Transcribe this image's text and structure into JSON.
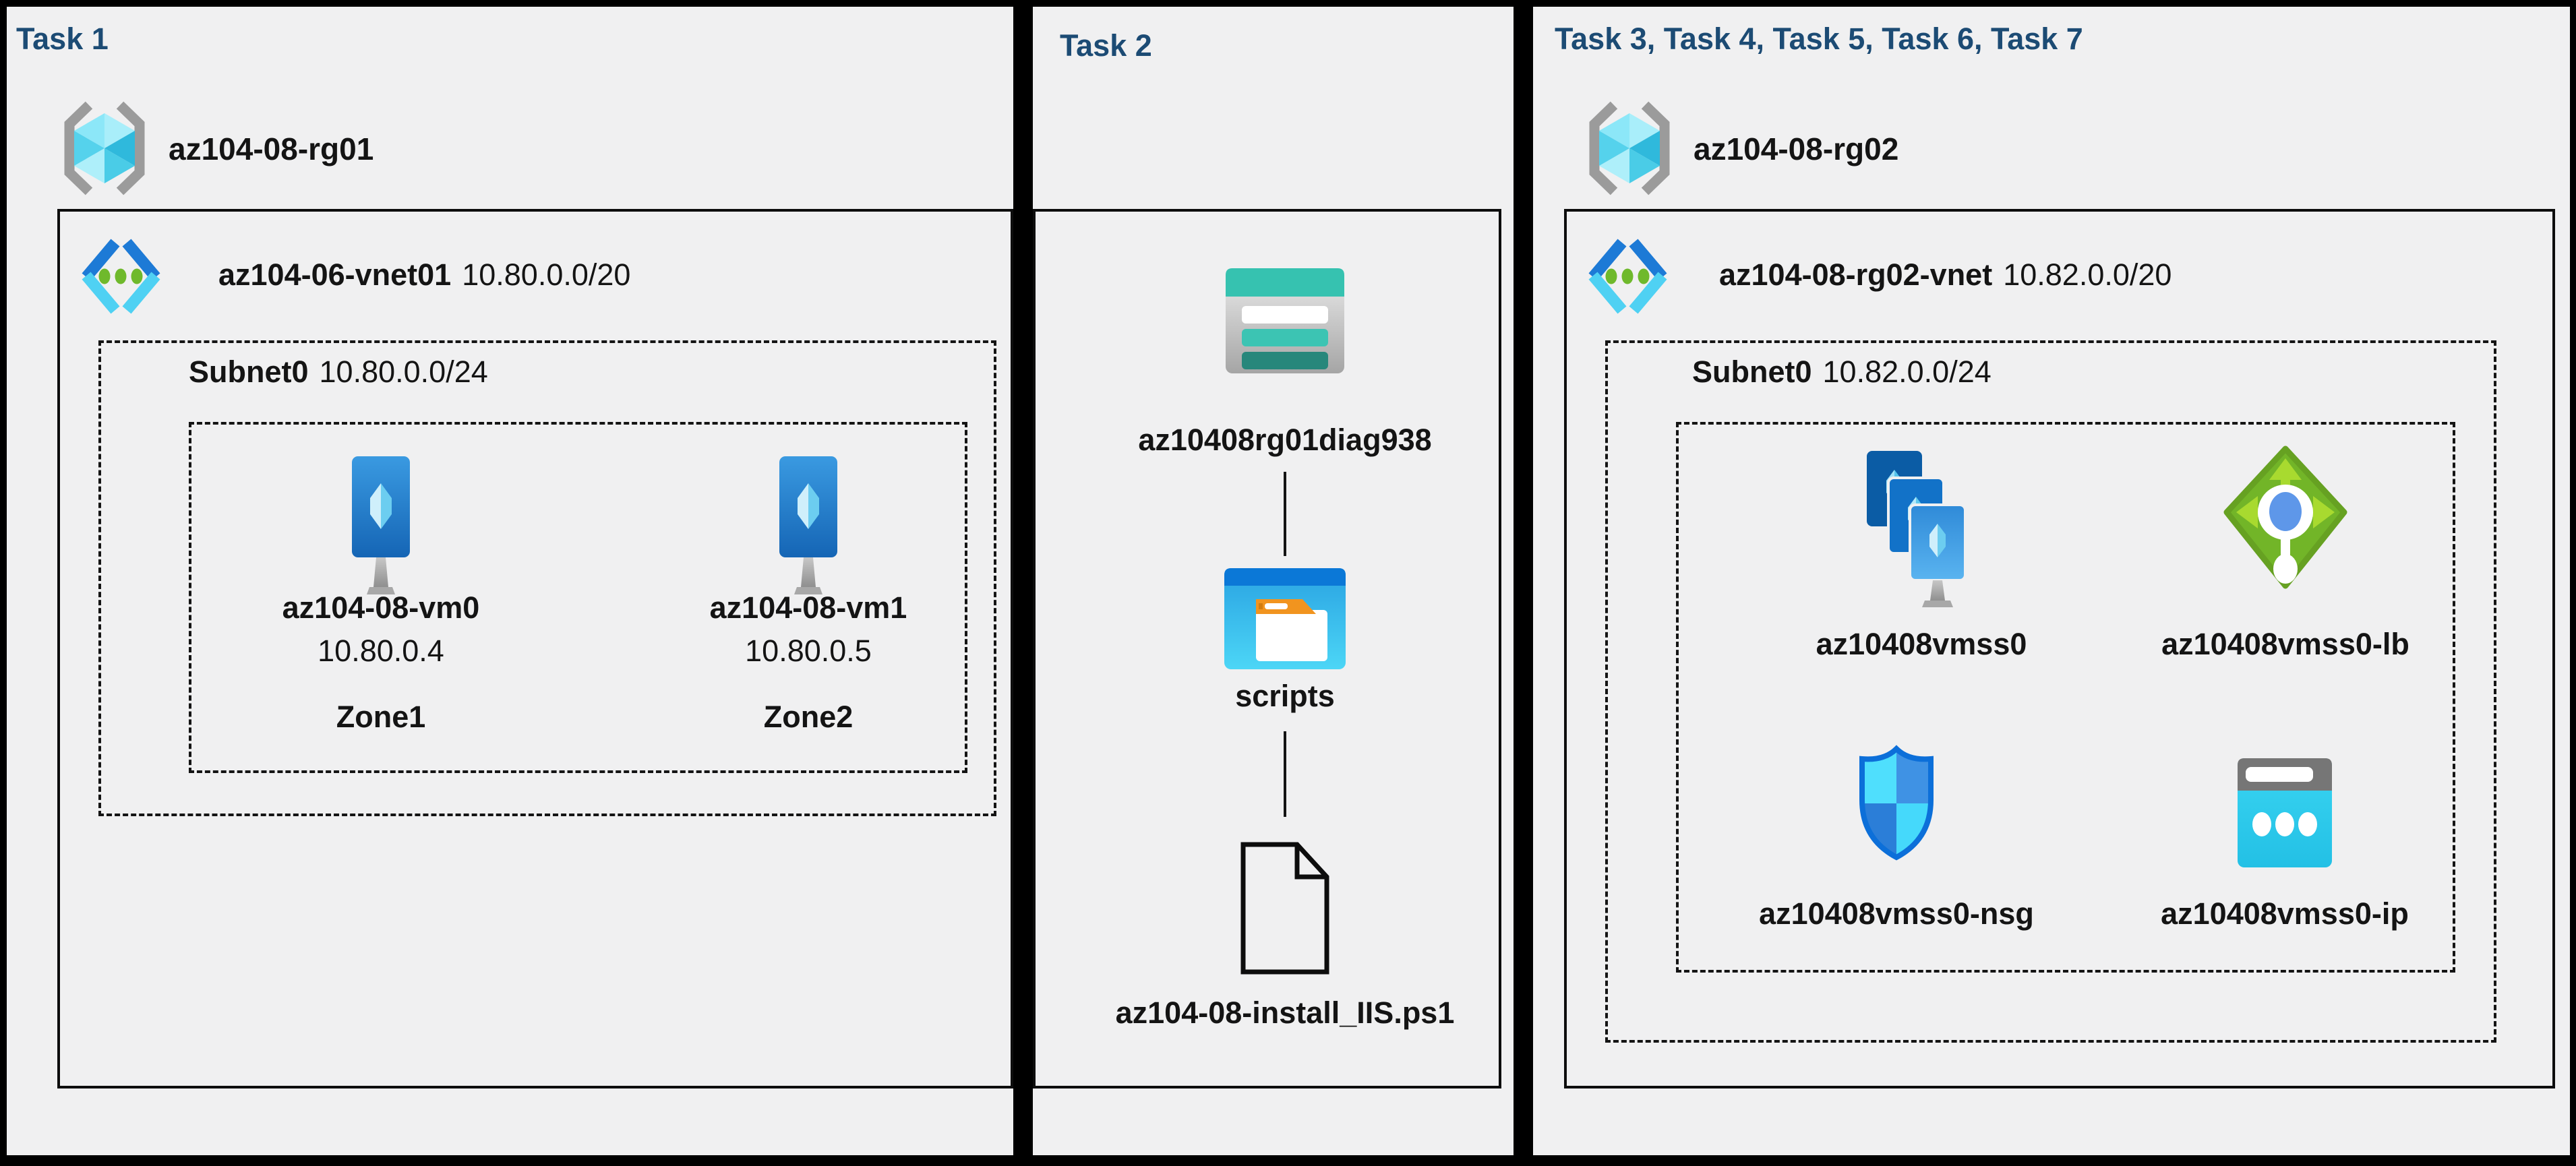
{
  "diagram": {
    "background_color": "#000000",
    "panel_color": "#f0f0f1",
    "heading_color": "#1c4b74",
    "line_color": "#141414"
  },
  "panels": [
    {
      "title": "Task 1",
      "resource_group": {
        "name": "az104-08-rg01"
      },
      "vnet": {
        "name": "az104-06-vnet01",
        "cidr": "10.80.0.0/20"
      },
      "subnet": {
        "name": "Subnet0",
        "cidr": "10.80.0.0/24"
      },
      "vms": [
        {
          "name": "az104-08-vm0",
          "ip": "10.80.0.4",
          "zone": "Zone1"
        },
        {
          "name": "az104-08-vm1",
          "ip": "10.80.0.5",
          "zone": "Zone2"
        }
      ]
    },
    {
      "title": "Task 2",
      "storage_account": {
        "name": "az10408rg01diag938"
      },
      "container": {
        "name": "scripts"
      },
      "file": {
        "name": "az104-08-install_IIS.ps1"
      }
    },
    {
      "title": "Task 3, Task 4, Task 5, Task 6, Task 7",
      "resource_group": {
        "name": "az104-08-rg02"
      },
      "vnet": {
        "name": "az104-08-rg02-vnet",
        "cidr": "10.82.0.0/20"
      },
      "subnet": {
        "name": "Subnet0",
        "cidr": "10.82.0.0/24"
      },
      "resources": [
        {
          "name": "az10408vmss0",
          "type": "virtual-machine-scale-set"
        },
        {
          "name": "az10408vmss0-lb",
          "type": "load-balancer"
        },
        {
          "name": "az10408vmss0-nsg",
          "type": "network-security-group"
        },
        {
          "name": "az10408vmss0-ip",
          "type": "public-ip-address"
        }
      ]
    }
  ],
  "icons": {
    "resource_group": "resource-group-icon",
    "virtual_network": "virtual-network-icon",
    "virtual_machine": "virtual-machine-icon",
    "storage_account": "storage-account-icon",
    "blob_container": "blob-container-icon",
    "file": "file-icon",
    "vm_scale_set": "vm-scale-set-icon",
    "load_balancer": "load-balancer-icon",
    "network_security_group": "nsg-shield-icon",
    "public_ip": "public-ip-icon"
  }
}
